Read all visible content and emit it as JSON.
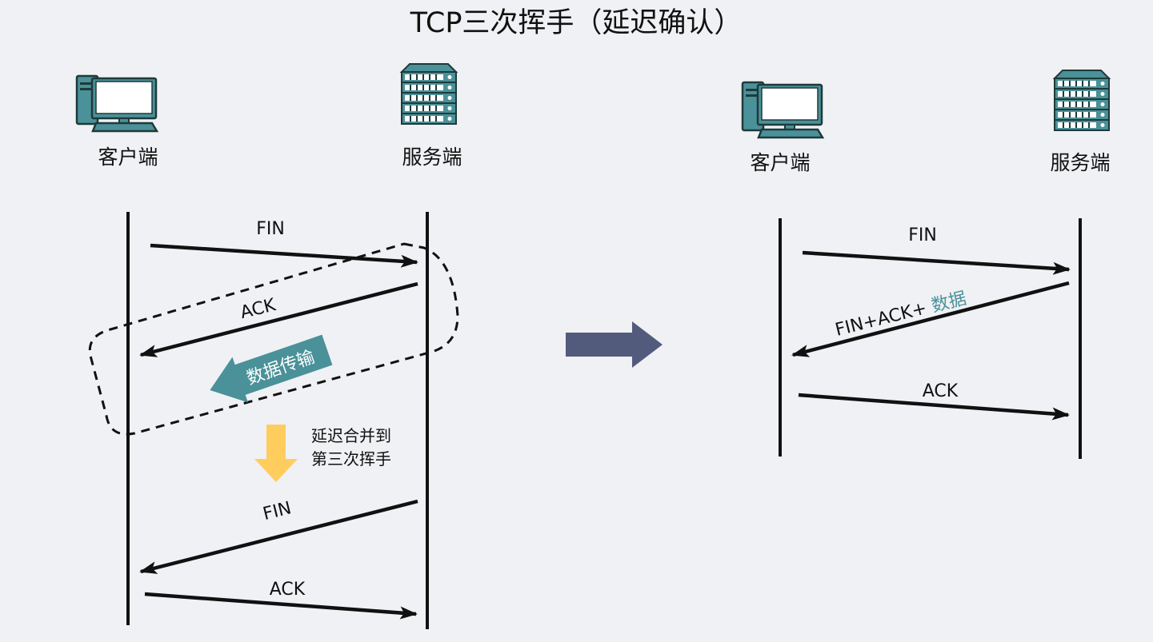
{
  "title": "TCP三次挥手（延迟确认）",
  "left": {
    "client_label": "客户端",
    "server_label": "服务端",
    "msg_fin_1": "FIN",
    "msg_ack_1": "ACK",
    "data_transfer": "数据传输",
    "merge_note_line1": "延迟合并到",
    "merge_note_line2": "第三次挥手",
    "msg_fin_2": "FIN",
    "msg_ack_2": "ACK"
  },
  "right": {
    "client_label": "客户端",
    "server_label": "服务端",
    "msg_fin": "FIN",
    "msg_finack_prefix": "FIN+ACK+ ",
    "msg_finack_data": "数据",
    "msg_ack": "ACK"
  },
  "colors": {
    "background": "#f0f1f4",
    "teal": "#4a9199",
    "teal_dark": "#2f5a5a",
    "navy_arrow": "#535b7d",
    "yellow_arrow": "#ffcd5e",
    "line": "#111111"
  },
  "icons": {
    "client": "desktop-computer-icon",
    "server": "server-rack-icon"
  }
}
